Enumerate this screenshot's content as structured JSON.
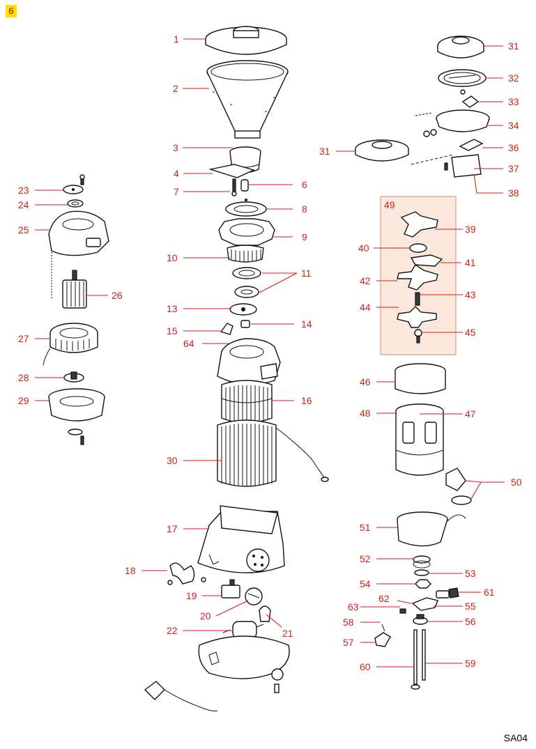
{
  "page": {
    "page_number": "6",
    "sheet_code": "SA04",
    "colors": {
      "accent": "#d21e14",
      "highlight": "#ffe000",
      "group_fill": "#fbe7dc",
      "ink": "#111111"
    }
  },
  "callouts": [
    {
      "id": "1",
      "text": "1"
    },
    {
      "id": "2",
      "text": "2"
    },
    {
      "id": "3",
      "text": "3"
    },
    {
      "id": "4",
      "text": "4"
    },
    {
      "id": "5",
      "text": "7"
    },
    {
      "id": "6",
      "text": "6"
    },
    {
      "id": "7",
      "text": "8"
    },
    {
      "id": "8",
      "text": "9"
    },
    {
      "id": "9",
      "text": "10"
    },
    {
      "id": "10",
      "text": "11"
    },
    {
      "id": "11",
      "text": "13"
    },
    {
      "id": "12",
      "text": "14"
    },
    {
      "id": "13",
      "text": "15"
    },
    {
      "id": "14",
      "text": "64"
    },
    {
      "id": "15",
      "text": "16"
    },
    {
      "id": "16",
      "text": "30"
    },
    {
      "id": "17",
      "text": "17"
    },
    {
      "id": "18",
      "text": "18"
    },
    {
      "id": "19",
      "text": "19"
    },
    {
      "id": "20",
      "text": "20"
    },
    {
      "id": "21",
      "text": "21"
    },
    {
      "id": "22",
      "text": "22"
    },
    {
      "id": "23",
      "text": "23"
    },
    {
      "id": "24",
      "text": "24"
    },
    {
      "id": "25",
      "text": "25"
    },
    {
      "id": "26",
      "text": "26"
    },
    {
      "id": "27",
      "text": "27"
    },
    {
      "id": "28",
      "text": "28"
    },
    {
      "id": "29",
      "text": "29"
    },
    {
      "id": "30",
      "text": "31"
    },
    {
      "id": "31",
      "text": "32"
    },
    {
      "id": "32",
      "text": "33"
    },
    {
      "id": "33",
      "text": "34"
    },
    {
      "id": "34",
      "text": "36"
    },
    {
      "id": "35",
      "text": "31"
    },
    {
      "id": "36",
      "text": "37"
    },
    {
      "id": "37",
      "text": "38"
    },
    {
      "id": "38",
      "text": "49"
    },
    {
      "id": "39",
      "text": "39"
    },
    {
      "id": "40",
      "text": "40"
    },
    {
      "id": "41",
      "text": "41"
    },
    {
      "id": "42",
      "text": "42"
    },
    {
      "id": "43",
      "text": "43"
    },
    {
      "id": "44",
      "text": "44"
    },
    {
      "id": "45",
      "text": "45"
    },
    {
      "id": "46",
      "text": "46"
    },
    {
      "id": "47",
      "text": "48"
    },
    {
      "id": "48",
      "text": "47"
    },
    {
      "id": "49",
      "text": "50"
    },
    {
      "id": "50",
      "text": "51"
    },
    {
      "id": "51",
      "text": "52"
    },
    {
      "id": "52",
      "text": "53"
    },
    {
      "id": "53",
      "text": "54"
    },
    {
      "id": "54",
      "text": "62"
    },
    {
      "id": "55",
      "text": "61"
    },
    {
      "id": "56",
      "text": "63"
    },
    {
      "id": "57",
      "text": "55"
    },
    {
      "id": "58",
      "text": "58"
    },
    {
      "id": "59",
      "text": "56"
    },
    {
      "id": "60",
      "text": "57"
    },
    {
      "id": "61",
      "text": "60"
    },
    {
      "id": "62",
      "text": "59"
    }
  ],
  "parts": [
    {
      "id": "p-lid",
      "icon": "lid-icon"
    },
    {
      "id": "p-hopper",
      "icon": "hopper-icon"
    },
    {
      "id": "p-motor",
      "icon": "motor-icon"
    },
    {
      "id": "p-base",
      "icon": "base-housing-icon"
    }
  ]
}
